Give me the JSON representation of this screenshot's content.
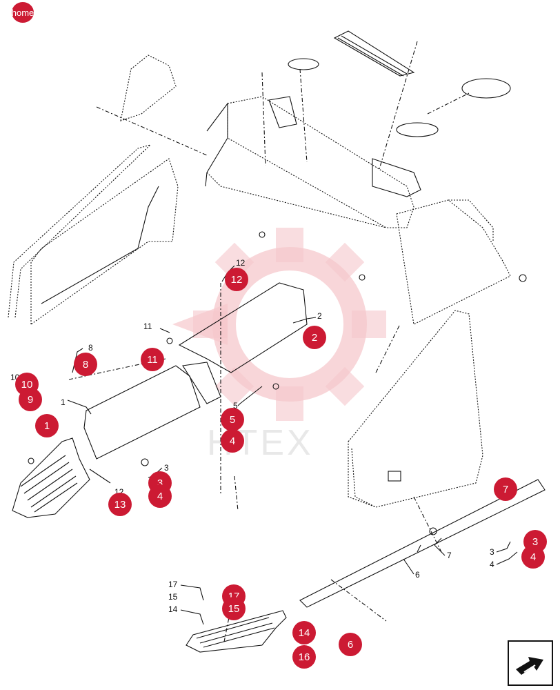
{
  "nav": {
    "home_label": "home"
  },
  "watermark": {
    "text": "HTEX",
    "color": "#f6c8cc"
  },
  "accent_color": "#cc1a33",
  "callouts": [
    {
      "label": "12"
    },
    {
      "label": "2"
    },
    {
      "label": "11"
    },
    {
      "label": "8"
    },
    {
      "label": "10"
    },
    {
      "label": "9"
    },
    {
      "label": "1"
    },
    {
      "label": "5"
    },
    {
      "label": "4"
    },
    {
      "label": "3"
    },
    {
      "label": "4"
    },
    {
      "label": "13"
    },
    {
      "label": "7"
    },
    {
      "label": "3"
    },
    {
      "label": "4"
    },
    {
      "label": "17"
    },
    {
      "label": "15"
    },
    {
      "label": "14"
    },
    {
      "label": "16"
    },
    {
      "label": "6"
    }
  ],
  "reference_numbers": [
    "12",
    "2",
    "11",
    "8",
    "10",
    "9",
    "1",
    "5",
    "3",
    "12",
    "7",
    "3",
    "4",
    "6",
    "17",
    "15",
    "14"
  ],
  "icons": {
    "next": "arrow-icon",
    "home": "home-icon"
  }
}
